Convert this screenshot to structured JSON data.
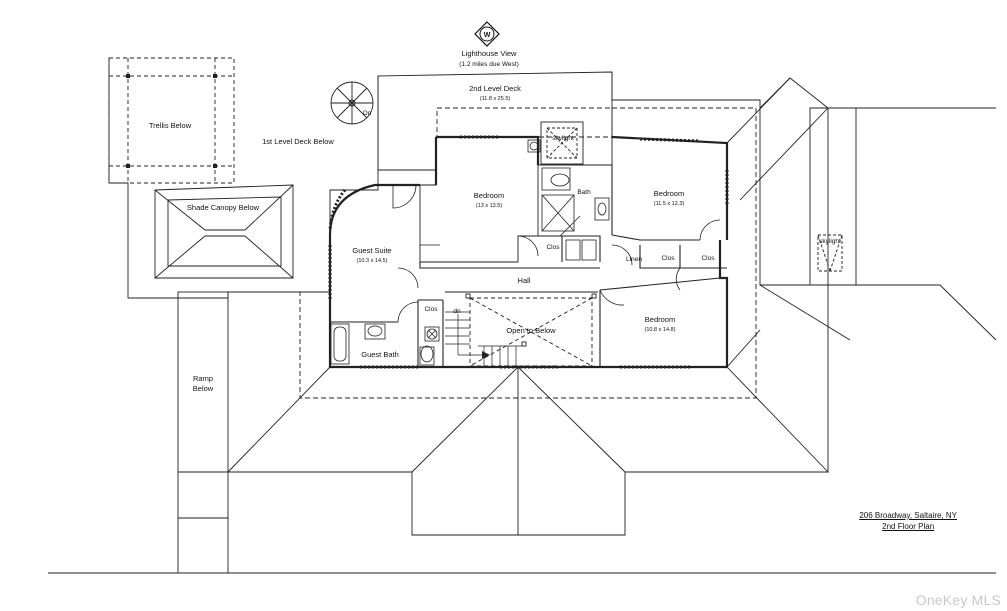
{
  "compass": {
    "letter": "W"
  },
  "top_note": {
    "line1": "Lighthouse View",
    "line2": "(1.2 miles due West)"
  },
  "labels": {
    "trellis": "Trellis Below",
    "deck1": "1st Level Deck Below",
    "shade": "Shade Canopy Below",
    "deck2": "2nd Level Deck",
    "deck2_dim": "(11.8 x 25.5)",
    "skylight": "skylight",
    "bedroom": "Bedroom",
    "bedroom1_dim": "(13 x 13.5)",
    "bedroom2_dim": "(11.5 x 12.3)",
    "bedroom3_dim": "(10.8 x 14.8)",
    "bath": "Bath",
    "clos": "Clos",
    "linen": "Linen",
    "guest_suite": "Guest Suite",
    "guest_suite_dim": "(10.3 x 14.5)",
    "hall": "Hall",
    "open_below": "Open to Below",
    "guest_bath": "Guest Bath",
    "dn": "dn",
    "on": "On",
    "ramp_line1": "Ramp",
    "ramp_line2": "Below"
  },
  "caption": {
    "line1": "206 Broadway, Saltaire, NY",
    "line2": "2nd Floor Plan"
  },
  "watermark": "OneKey MLS"
}
